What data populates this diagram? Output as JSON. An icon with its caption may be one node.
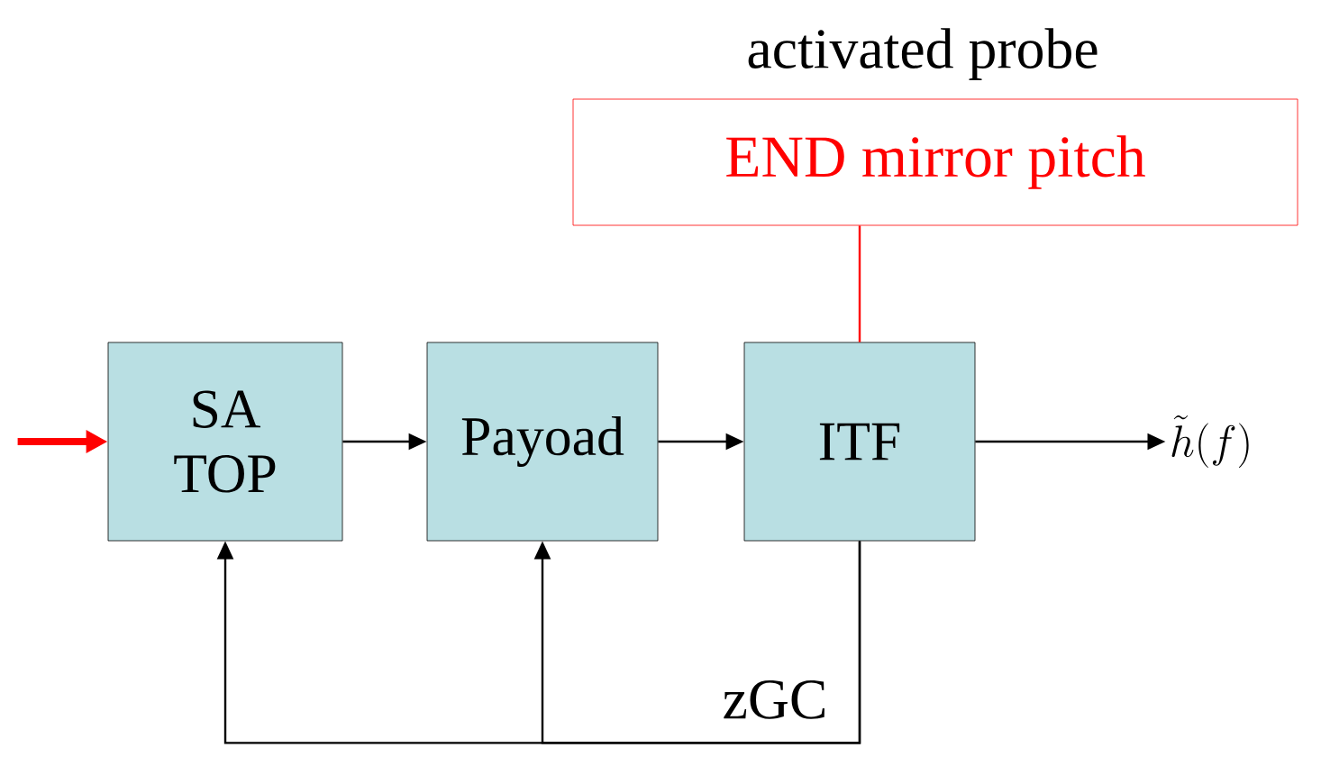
{
  "diagram": {
    "nodes": [
      {
        "text": [
          "SA TOP"
        ]
      },
      {
        "text": [
          "Payoad"
        ]
      },
      {
        "text": [
          "ITF"
        ]
      },
      {
        "text": [
          "activated probe",
          "END mirror pitch"
        ]
      },
      {
        "text": [
          "\\tilde{h}(f)"
        ]
      }
    ],
    "edges": [
      {
        "from": null,
        "to": 0,
        "arrow": "to",
        "style": "thick",
        "color": "#ff0000"
      },
      {
        "from": 0,
        "to": 1,
        "arrow": "to"
      },
      {
        "from": 1,
        "to": 2,
        "arrow": "to"
      },
      {
        "from": 2,
        "to": 4,
        "arrow": "to"
      },
      {
        "from": 3,
        "to": 2,
        "arrow": "none",
        "color": "#ff0000"
      },
      {
        "from": 2,
        "to": 0,
        "arrow": "to",
        "label": "zGC"
      },
      {
        "from": 2,
        "to": 1,
        "arrow": "to"
      }
    ]
  }
}
